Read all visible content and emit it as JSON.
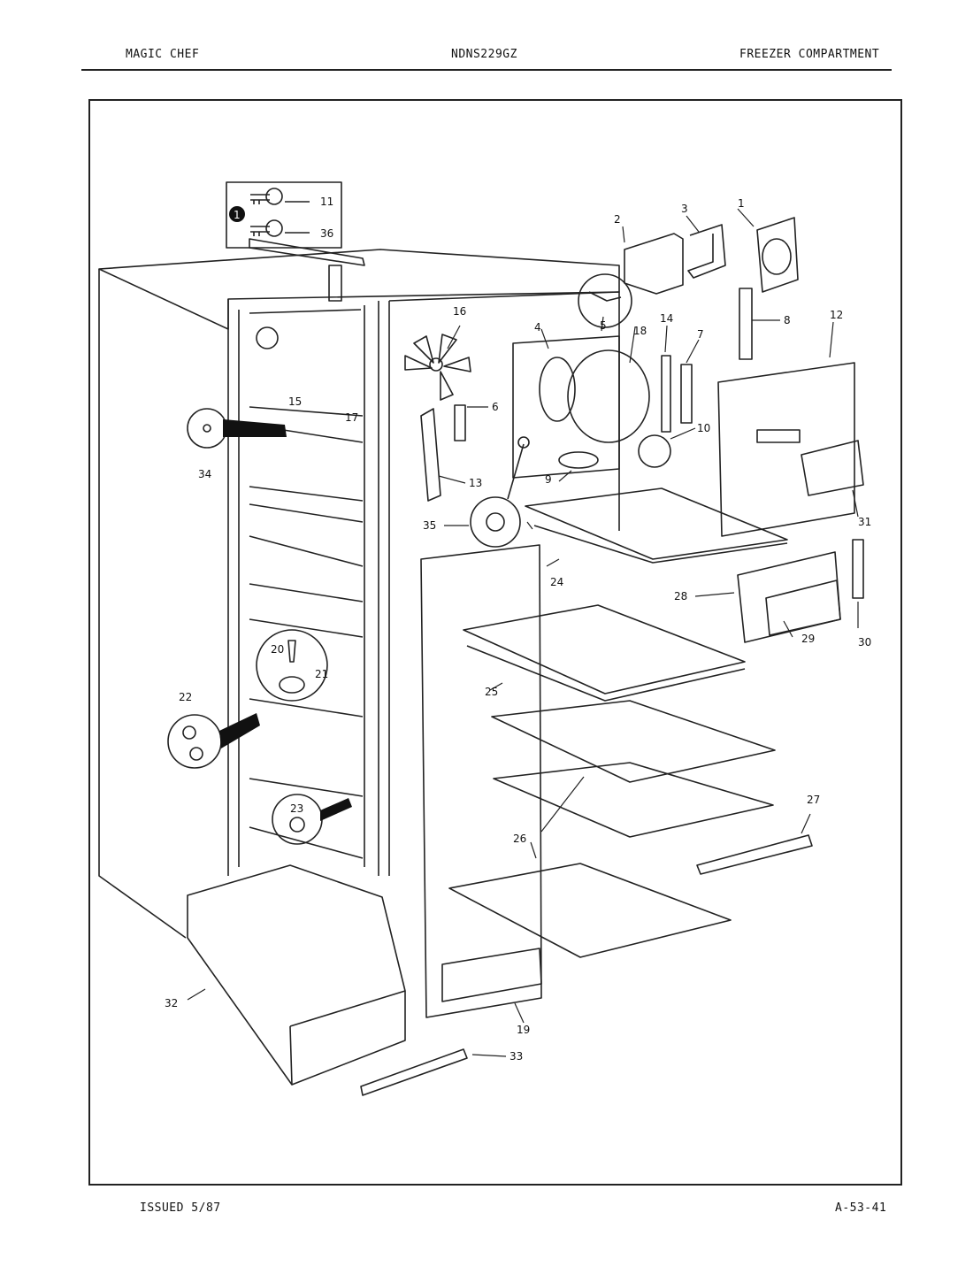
{
  "header": {
    "brand": "MAGIC CHEF",
    "model": "NDNS229GZ",
    "section": "FREEZER COMPARTMENT"
  },
  "footer": {
    "issued": "ISSUED 5/87",
    "page_code": "A-53-41"
  },
  "diagram": {
    "legend_marker": "1",
    "callouts": [
      "1",
      "2",
      "3",
      "4",
      "5",
      "6",
      "7",
      "8",
      "9",
      "10",
      "11",
      "12",
      "13",
      "14",
      "15",
      "16",
      "17",
      "18",
      "19",
      "20",
      "21",
      "22",
      "23",
      "24",
      "25",
      "26",
      "27",
      "28",
      "29",
      "30",
      "31",
      "32",
      "33",
      "34",
      "35",
      "36"
    ]
  }
}
